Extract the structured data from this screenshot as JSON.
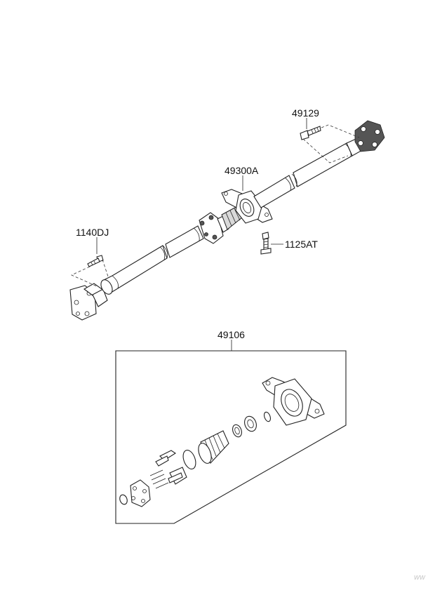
{
  "labels": {
    "bolt_front": "1140DJ",
    "bolt_rear": "49129",
    "center_bearing": "49300A",
    "bearing_bolt": "1125AT",
    "kit": "49106"
  },
  "watermark": "ww",
  "colors": {
    "line": "#222222",
    "background": "#ffffff",
    "shade": "#d9d9d9"
  }
}
